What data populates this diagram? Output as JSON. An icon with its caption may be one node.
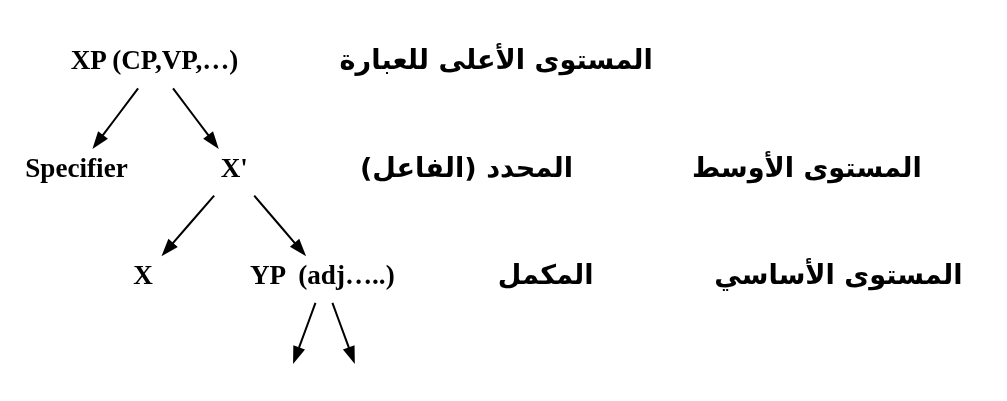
{
  "diagram": {
    "nodes": [
      {
        "text": [
          "XP (CP,VP,…)"
        ]
      },
      {
        "text": [
          "Specifier"
        ]
      },
      {
        "text": [
          "X'"
        ]
      },
      {
        "text": [
          "X"
        ]
      },
      {
        "text": [
          "YP  (adj…..)"
        ]
      }
    ],
    "edges": [
      {
        "from": 0,
        "to": 1,
        "arrow": "to"
      },
      {
        "from": 0,
        "to": 2,
        "arrow": "to"
      },
      {
        "from": 2,
        "to": 3,
        "arrow": "to"
      },
      {
        "from": 2,
        "to": 4,
        "arrow": "to"
      },
      {
        "from": 4,
        "to": null,
        "arrow": "to"
      },
      {
        "from": 4,
        "to": null,
        "arrow": "to"
      }
    ],
    "labels": [
      "المستوى الأعلى للعبارة",
      "المحدد (الفاعل)",
      "المستوى الأوسط",
      "المكمل",
      "المستوى الأساسي"
    ]
  }
}
